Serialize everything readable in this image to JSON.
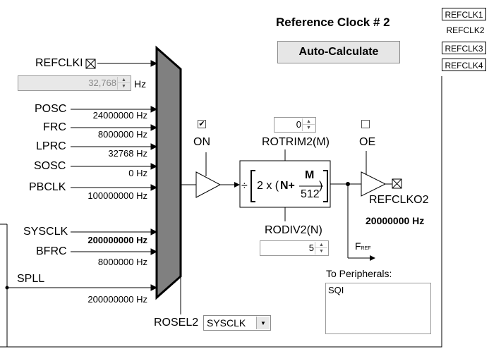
{
  "header": {
    "title": "Reference Clock # 2",
    "auto_calculate_label": "Auto-Calculate"
  },
  "tabs": [
    {
      "label": "REFCLK1",
      "active": false
    },
    {
      "label": "REFCLK2",
      "active": true
    },
    {
      "label": "REFCLK3",
      "active": false
    },
    {
      "label": "REFCLK4",
      "active": false
    }
  ],
  "inputs": {
    "refclki_label": "REFCLKI",
    "refclki_freq": "32,768",
    "hz_unit": "Hz",
    "sources": [
      {
        "name": "POSC",
        "freq": "24000000 Hz"
      },
      {
        "name": "FRC",
        "freq": "8000000 Hz"
      },
      {
        "name": "LPRC",
        "freq": "32768 Hz"
      },
      {
        "name": "SOSC",
        "freq": "0 Hz"
      },
      {
        "name": "PBCLK",
        "freq": "100000000 Hz"
      },
      {
        "name": "SYSCLK",
        "freq": "200000000 Hz"
      },
      {
        "name": "BFRC",
        "freq": "8000000 Hz"
      },
      {
        "name": "SPLL",
        "freq": "200000000 Hz"
      }
    ]
  },
  "mux": {
    "label": "ROSEL2",
    "selected": "SYSCLK"
  },
  "on_enable": {
    "label": "ON",
    "checked": true,
    "check_mark": "✔"
  },
  "rotrim": {
    "label": "ROTRIM2(M)",
    "value": "0"
  },
  "rodiv": {
    "label": "RODIV2(N)",
    "value": "5"
  },
  "formula": {
    "div": "÷",
    "two_x": "2 x (",
    "n_plus": "N+",
    "m": "M",
    "den": "512",
    "close": ")"
  },
  "output": {
    "oe_label": "OE",
    "oe_checked": false,
    "pin_label": "REFCLKO2",
    "freq": "20000000 Hz",
    "fref_main": "F",
    "fref_sub": "REF"
  },
  "peripherals": {
    "label": "To Peripherals:",
    "items": "SQI"
  }
}
